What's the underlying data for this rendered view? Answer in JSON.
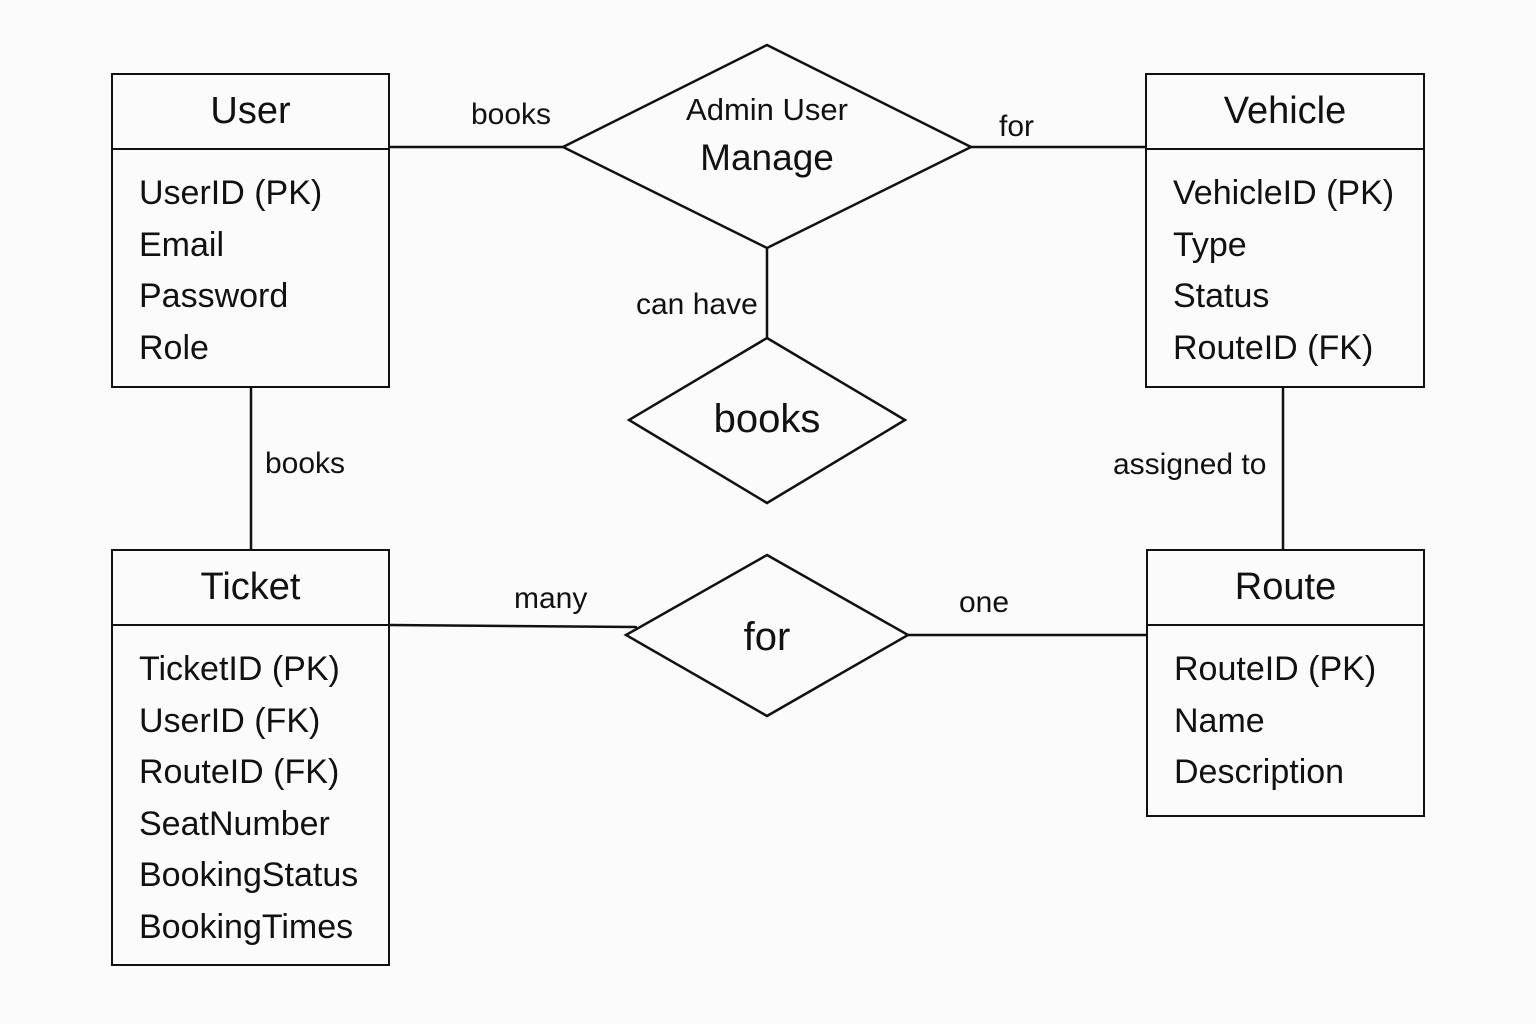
{
  "entities": {
    "user": {
      "title": "User",
      "attributes": [
        "UserID (PK)",
        "Email",
        "Password",
        "Role"
      ]
    },
    "vehicle": {
      "title": "Vehicle",
      "attributes": [
        "VehicleID (PK)",
        "Type",
        "Status",
        "RouteID (FK)"
      ]
    },
    "ticket": {
      "title": "Ticket",
      "attributes": [
        "TicketID (PK)",
        "UserID (FK)",
        "RouteID (FK)",
        "SeatNumber",
        "BookingStatus",
        "BookingTimes"
      ]
    },
    "route": {
      "title": "Route",
      "attributes": [
        "RouteID (PK)",
        "Name",
        "Description"
      ]
    }
  },
  "relationships": {
    "admin": {
      "line1": "Admin User",
      "line2": "Manage"
    },
    "books": {
      "label": "books"
    },
    "for": {
      "label": "for"
    }
  },
  "edge_labels": {
    "user_admin": "books",
    "admin_vehicle": "for",
    "admin_books": "can have",
    "user_ticket": "books",
    "vehicle_route": "assigned to",
    "ticket_for": "many",
    "for_route": "one"
  }
}
